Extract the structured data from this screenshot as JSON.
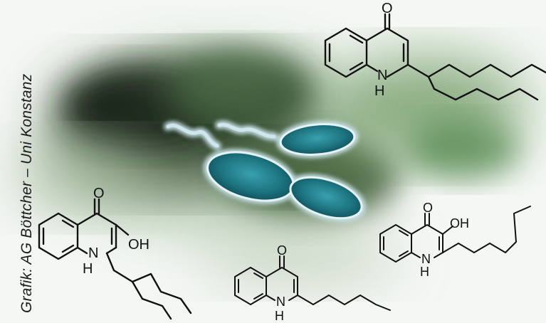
{
  "credit": "Grafik: AG Böttcher – Uni Konstanz",
  "molecules": [
    {
      "name": "top-right-quinolone",
      "atoms": {
        "oxygen": "O",
        "nitrogen": "N",
        "hydrogen": "H"
      }
    },
    {
      "name": "left-hydroxy-quinolone",
      "atoms": {
        "oxygen": "O",
        "hydroxyl": "OH",
        "nitrogen": "N",
        "hydrogen": "H"
      }
    },
    {
      "name": "bottom-quinolone",
      "atoms": {
        "oxygen": "O",
        "nitrogen": "N",
        "hydrogen": "H"
      }
    },
    {
      "name": "right-hydroxy-quinolone",
      "atoms": {
        "oxygen": "O",
        "hydroxyl": "OH",
        "nitrogen": "N",
        "hydrogen": "H"
      }
    }
  ],
  "colors": {
    "background": "#f4f7f4",
    "cloud_dark": "#1f2a1f",
    "cloud_green": "#3f7a3a",
    "bacteria_fill": "#1f7f8c",
    "bacteria_glow": "#c9e3ea",
    "structure_line": "#111111"
  }
}
